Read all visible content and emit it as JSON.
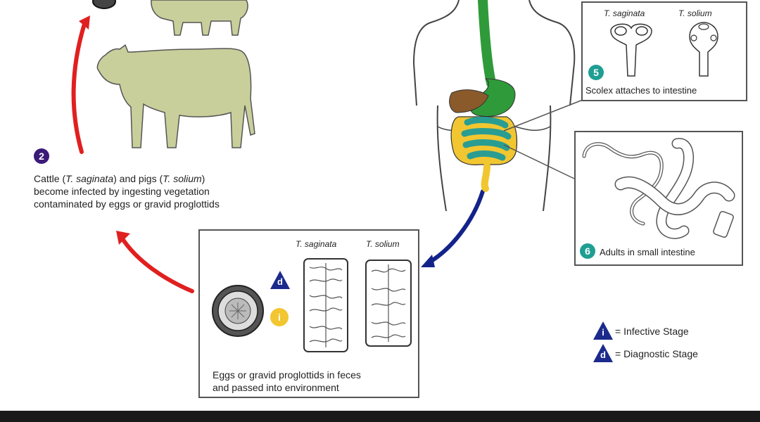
{
  "step2": {
    "number": "2",
    "line1_pre": "Cattle (",
    "line1_t1": "T. saginata",
    "line1_mid": ") and pigs (",
    "line1_t2": "T. solium",
    "line1_post": ")",
    "line2": "become infected by ingesting vegetation",
    "line3": "contaminated by eggs or gravid proglottids"
  },
  "step5": {
    "number": "5",
    "label": "Scolex attaches to intestine",
    "species_a": "T. saginata",
    "species_b": "T. solium"
  },
  "step6": {
    "number": "6",
    "label": "Adults in small intestine"
  },
  "eggs_panel": {
    "species_a": "T. saginata",
    "species_b": "T. solium",
    "diag_letter": "d",
    "infective_letter": "i",
    "line1": "Eggs or gravid proglottids in feces",
    "line2": "and passed into environment"
  },
  "legend": {
    "infective_letter": "i",
    "infective_label": "= Infective Stage",
    "diagnostic_letter": "d",
    "diagnostic_label": "= Diagnostic Stage"
  },
  "colors": {
    "arrow_red": "#e02020",
    "arrow_blue": "#14238a",
    "badge_purple": "#3b1a78",
    "badge_teal": "#1f9e93",
    "animal_fill": "#c9cf9b",
    "intestine_yellow": "#f2c630",
    "intestine_teal": "#2a9d92",
    "esophagus_green": "#2f9a3a",
    "liver_brown": "#8a5a2b",
    "legend_navy": "#1b2a8c"
  }
}
